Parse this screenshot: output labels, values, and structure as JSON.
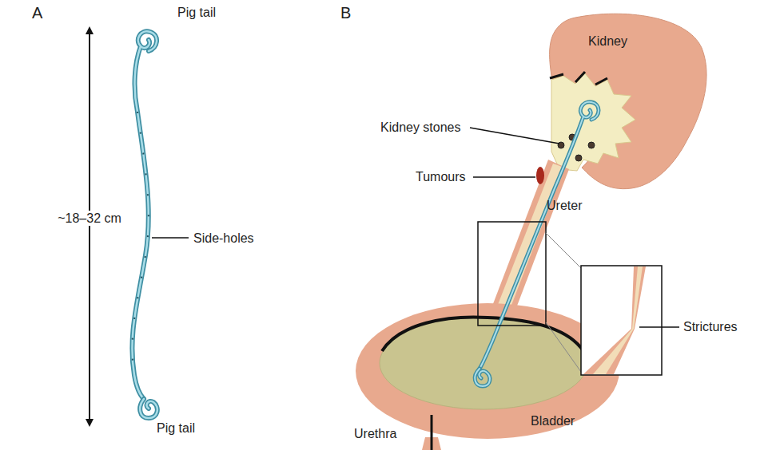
{
  "diagram": {
    "labels": [
      "A",
      "B",
      "Pig tail",
      "~18–32 cm",
      "Side-holes",
      "Pig tail",
      "Kidney",
      "Kidney stones",
      "Tumours",
      "Ureter",
      "Strictures",
      "Bladder",
      "Urethra"
    ]
  }
}
